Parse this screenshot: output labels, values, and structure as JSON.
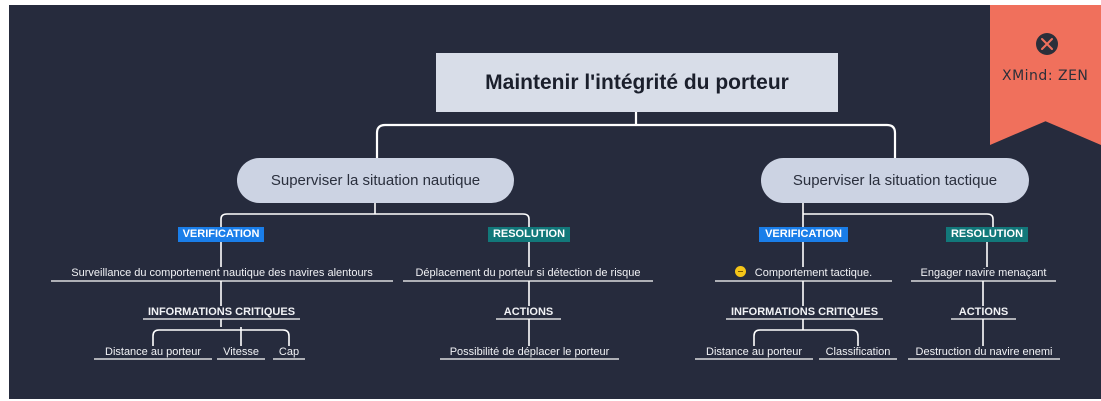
{
  "colors": {
    "background": "#262b3d",
    "connector": "#ffffff",
    "verification_tag": "#1a7ee9",
    "resolution_tag": "#12787a",
    "branch_fill": "#ccd3e3",
    "root_fill": "#d8dde8",
    "watermark": "#f0705c"
  },
  "watermark": {
    "brand": "XMind: ZEN",
    "icon": "close-x-icon"
  },
  "root": {
    "label": "Maintenir l'intégrité du porteur"
  },
  "left": {
    "label": "Superviser la situation nautique",
    "verification": {
      "tag": "VERIFICATION",
      "item": "Surveillance du comportement nautique des navires alentours",
      "sub_header": "INFORMATIONS CRITIQUES",
      "details": [
        "Distance au porteur",
        "Vitesse",
        "Cap"
      ]
    },
    "resolution": {
      "tag": "RESOLUTION",
      "item": "Déplacement du porteur si détection de risque",
      "sub_header": "ACTIONS",
      "details": [
        "Possibilité de déplacer le porteur"
      ]
    }
  },
  "right": {
    "label": "Superviser la situation tactique",
    "verification": {
      "tag": "VERIFICATION",
      "item": "Comportement tactique.",
      "item_icon": "neutral-face-emoji-icon",
      "sub_header": "INFORMATIONS CRITIQUES",
      "details": [
        "Distance au porteur",
        "Classification"
      ]
    },
    "resolution": {
      "tag": "RESOLUTION",
      "item": "Engager navire menaçant",
      "sub_header": "ACTIONS",
      "details": [
        "Destruction du navire enemi"
      ]
    }
  }
}
